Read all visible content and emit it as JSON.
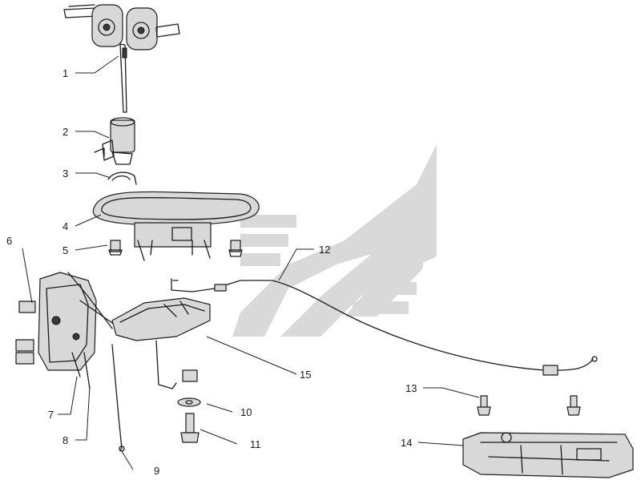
{
  "diagram": {
    "callouts": [
      {
        "id": "c1",
        "text": "1"
      },
      {
        "id": "c2",
        "text": "2"
      },
      {
        "id": "c3",
        "text": "3"
      },
      {
        "id": "c4",
        "text": "4"
      },
      {
        "id": "c5",
        "text": "5"
      },
      {
        "id": "c6",
        "text": "6"
      },
      {
        "id": "c7",
        "text": "7"
      },
      {
        "id": "c8",
        "text": "8"
      },
      {
        "id": "c9",
        "text": "9"
      },
      {
        "id": "c10",
        "text": "10"
      },
      {
        "id": "c11",
        "text": "11"
      },
      {
        "id": "c12",
        "text": "12"
      },
      {
        "id": "c13",
        "text": "13"
      },
      {
        "id": "c14",
        "text": "14"
      },
      {
        "id": "c15",
        "text": "15"
      }
    ]
  },
  "colors": {
    "line": "#1c1c1c",
    "watermark": "#d9d9d9",
    "background": "#ffffff"
  }
}
